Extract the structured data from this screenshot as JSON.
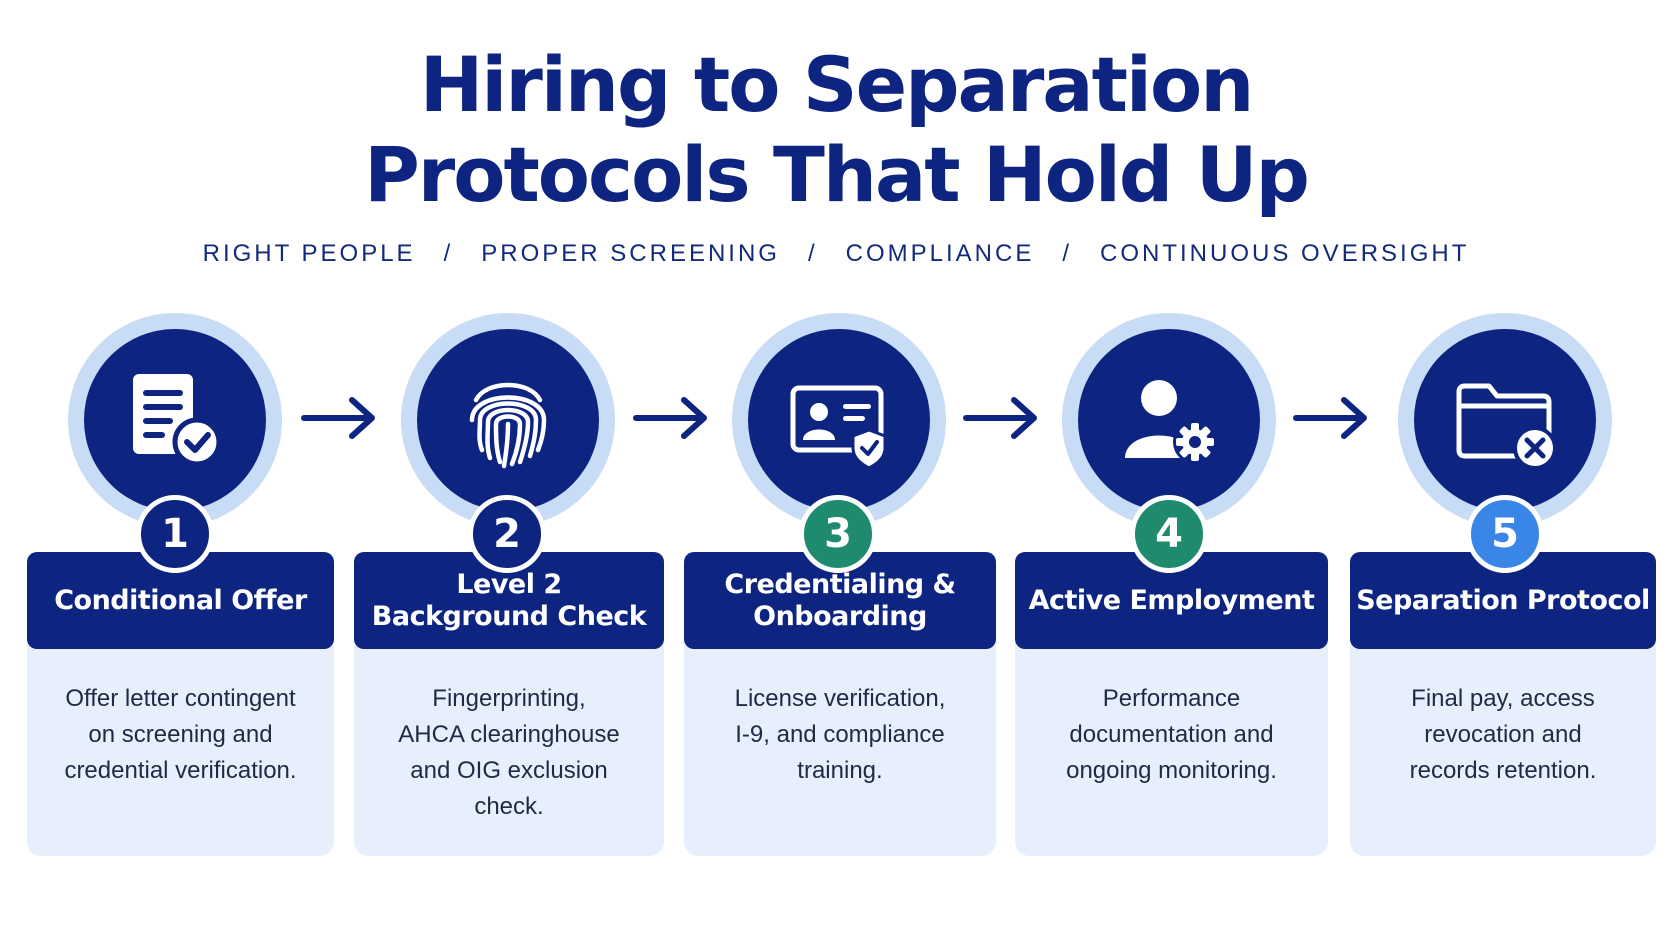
{
  "header": {
    "title_line1": "Hiring to Separation",
    "title_line2": "Protocols That Hold Up",
    "tags": [
      "RIGHT PEOPLE",
      "PROPER SCREENING",
      "COMPLIANCE",
      "CONTINUOUS OVERSIGHT"
    ],
    "separator": "/"
  },
  "colors": {
    "navy": "#0d2481",
    "halo": "#c8dcf6",
    "card_bg": "#e6effb",
    "badge_navy": "#0d2481",
    "badge_teal": "#1e8a6e",
    "badge_blue": "#3a86e6"
  },
  "steps": [
    {
      "number": "1",
      "title": "Conditional Offer",
      "icon": "document-check-icon",
      "badge_color": "#0d2481",
      "description": [
        "Offer letter contingent",
        "on screening and",
        "credential verification."
      ]
    },
    {
      "number": "2",
      "title_lines": [
        "Level 2",
        "Background Check"
      ],
      "icon": "fingerprint-icon",
      "badge_color": "#0d2481",
      "description": [
        "Fingerprinting,",
        "AHCA clearinghouse",
        "and OIG exclusion",
        "check."
      ]
    },
    {
      "number": "3",
      "title_lines": [
        "Credentialing &",
        "Onboarding"
      ],
      "icon": "id-card-shield-icon",
      "badge_color": "#1e8a6e",
      "description": [
        "License verification,",
        "I-9, and compliance",
        "training."
      ]
    },
    {
      "number": "4",
      "title": "Active Employment",
      "icon": "user-gear-icon",
      "badge_color": "#1e8a6e",
      "description": [
        "Performance",
        "documentation and",
        "ongoing monitoring."
      ]
    },
    {
      "number": "5",
      "title": "Separation Protocol",
      "icon": "folder-x-icon",
      "badge_color": "#3a86e6",
      "description": [
        "Final pay, access",
        "revocation and",
        "records retention."
      ]
    }
  ]
}
